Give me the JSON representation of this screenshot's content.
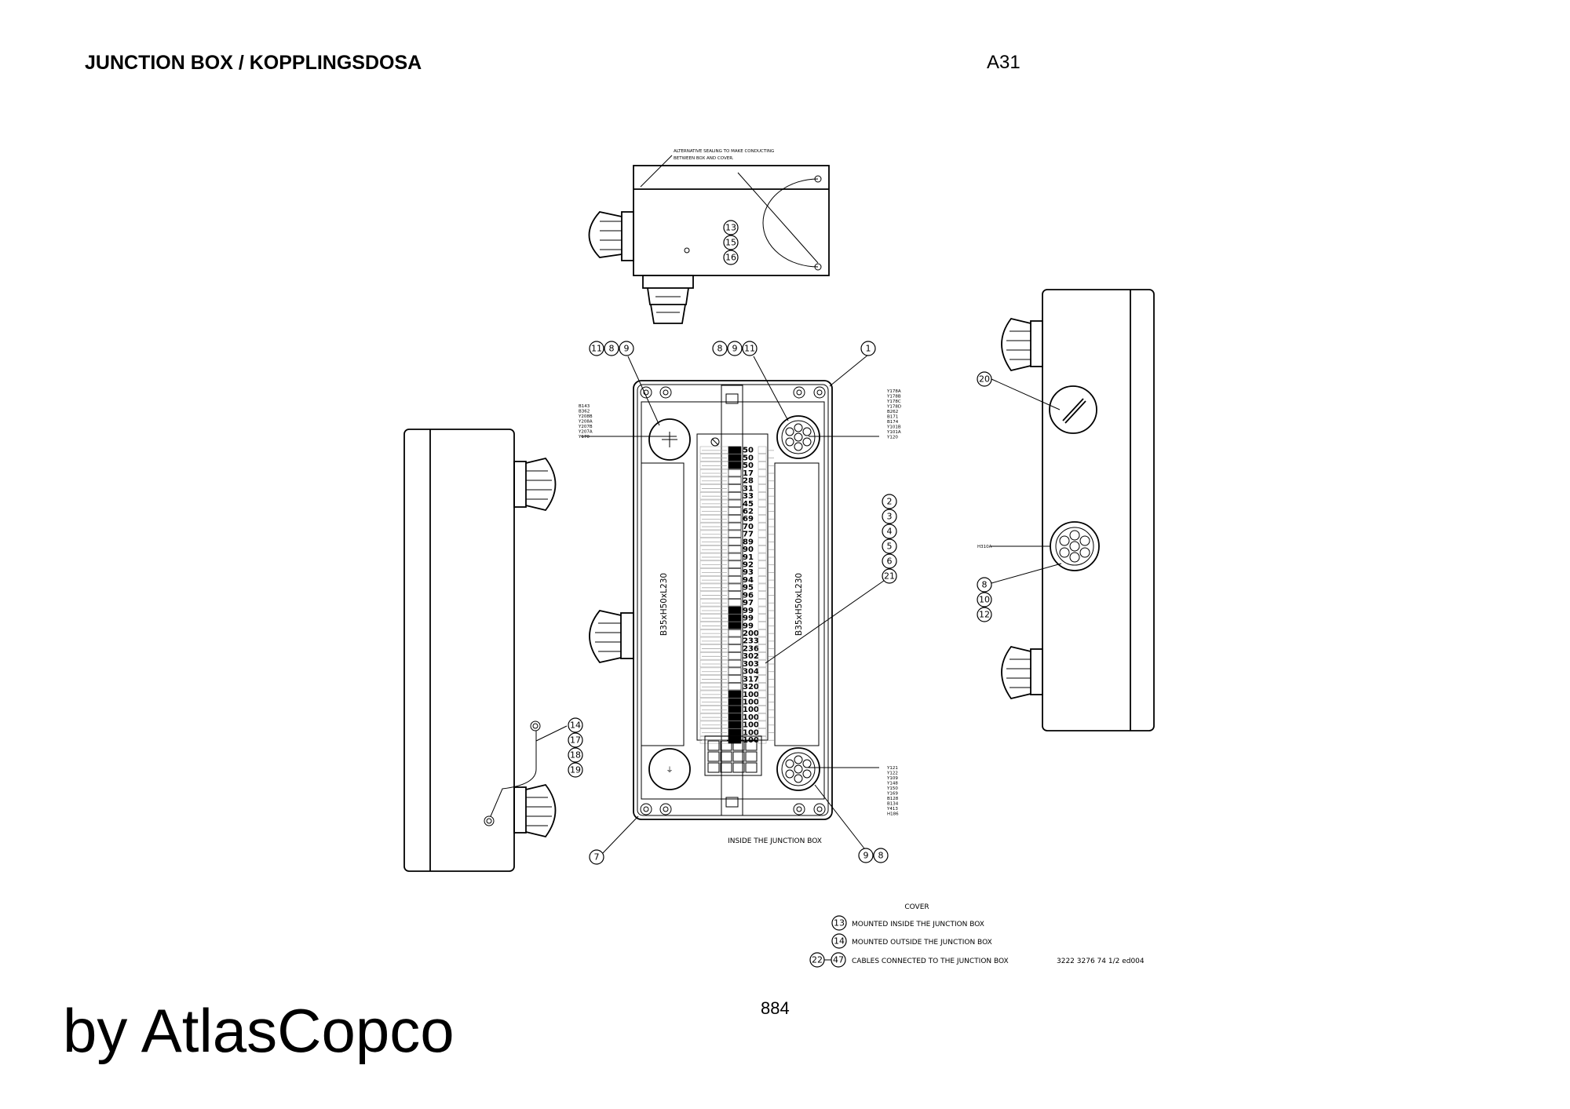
{
  "header": {
    "title": "JUNCTION BOX / KOPPLINGSDOSA",
    "code": "A31"
  },
  "footer": {
    "page_number": "884",
    "brand": "by AtlasCopco"
  },
  "drawing": {
    "top_view_note_line1": "ALTERNATIVE SEALING TO MAKE CONDUCTING",
    "top_view_note_line2": "BETWEEN BOX AND COVER.",
    "top_view_callouts": [
      "13",
      "15",
      "16"
    ],
    "front_callouts_left": [
      "11",
      "8",
      "9"
    ],
    "front_callouts_mid": [
      "8",
      "9",
      "11"
    ],
    "front_callout_right": "1",
    "front_callout_bottom_left": "7",
    "front_callouts_bottom_right": [
      "9",
      "8"
    ],
    "side_callouts_right": [
      "2",
      "3",
      "4",
      "5",
      "6",
      "21"
    ],
    "left_view_callouts": [
      "14",
      "17",
      "18",
      "19"
    ],
    "right_view_callout_top": "20",
    "right_view_callouts": [
      "8",
      "10",
      "12"
    ],
    "right_view_tag": "H310A",
    "rail_label": "B35xH50xL230",
    "inside_label": "INSIDE THE JUNCTION BOX",
    "upper_left_cables": [
      "B143",
      "B362",
      "Y208B",
      "Y208A",
      "Y207B",
      "Y207A",
      "Y170"
    ],
    "upper_right_cables": [
      "Y178A",
      "Y178B",
      "Y178C",
      "Y178D",
      "B262",
      "B171",
      "B174",
      "Y101B",
      "Y101A",
      "Y120"
    ],
    "lower_right_cables": [
      "Y121",
      "Y122",
      "Y109",
      "Y148",
      "Y150",
      "Y169",
      "B128",
      "B134",
      "Y413",
      "H186"
    ],
    "terminals": [
      "50",
      "50",
      "50",
      "17",
      "28",
      "31",
      "33",
      "45",
      "62",
      "69",
      "70",
      "77",
      "89",
      "90",
      "91",
      "92",
      "93",
      "94",
      "95",
      "96",
      "97",
      "99",
      "99",
      "99",
      "200",
      "233",
      "236",
      "302",
      "303",
      "304",
      "317",
      "320",
      "100",
      "100",
      "100",
      "100",
      "100",
      "100",
      "100"
    ],
    "dark_terminals": [
      0,
      1,
      2,
      21,
      22,
      23,
      32,
      33,
      34,
      35,
      36,
      37,
      38
    ],
    "legend_title": "COVER",
    "legend_items": [
      {
        "num": "13",
        "text": "MOUNTED INSIDE THE JUNCTION BOX"
      },
      {
        "num": "14",
        "text": "MOUNTED OUTSIDE THE JUNCTION BOX"
      },
      {
        "num": "22",
        "num2": "47",
        "text": "CABLES CONNECTED TO THE JUNCTION BOX"
      }
    ],
    "doc_number": "3222 3276 74 1/2 ed004"
  }
}
